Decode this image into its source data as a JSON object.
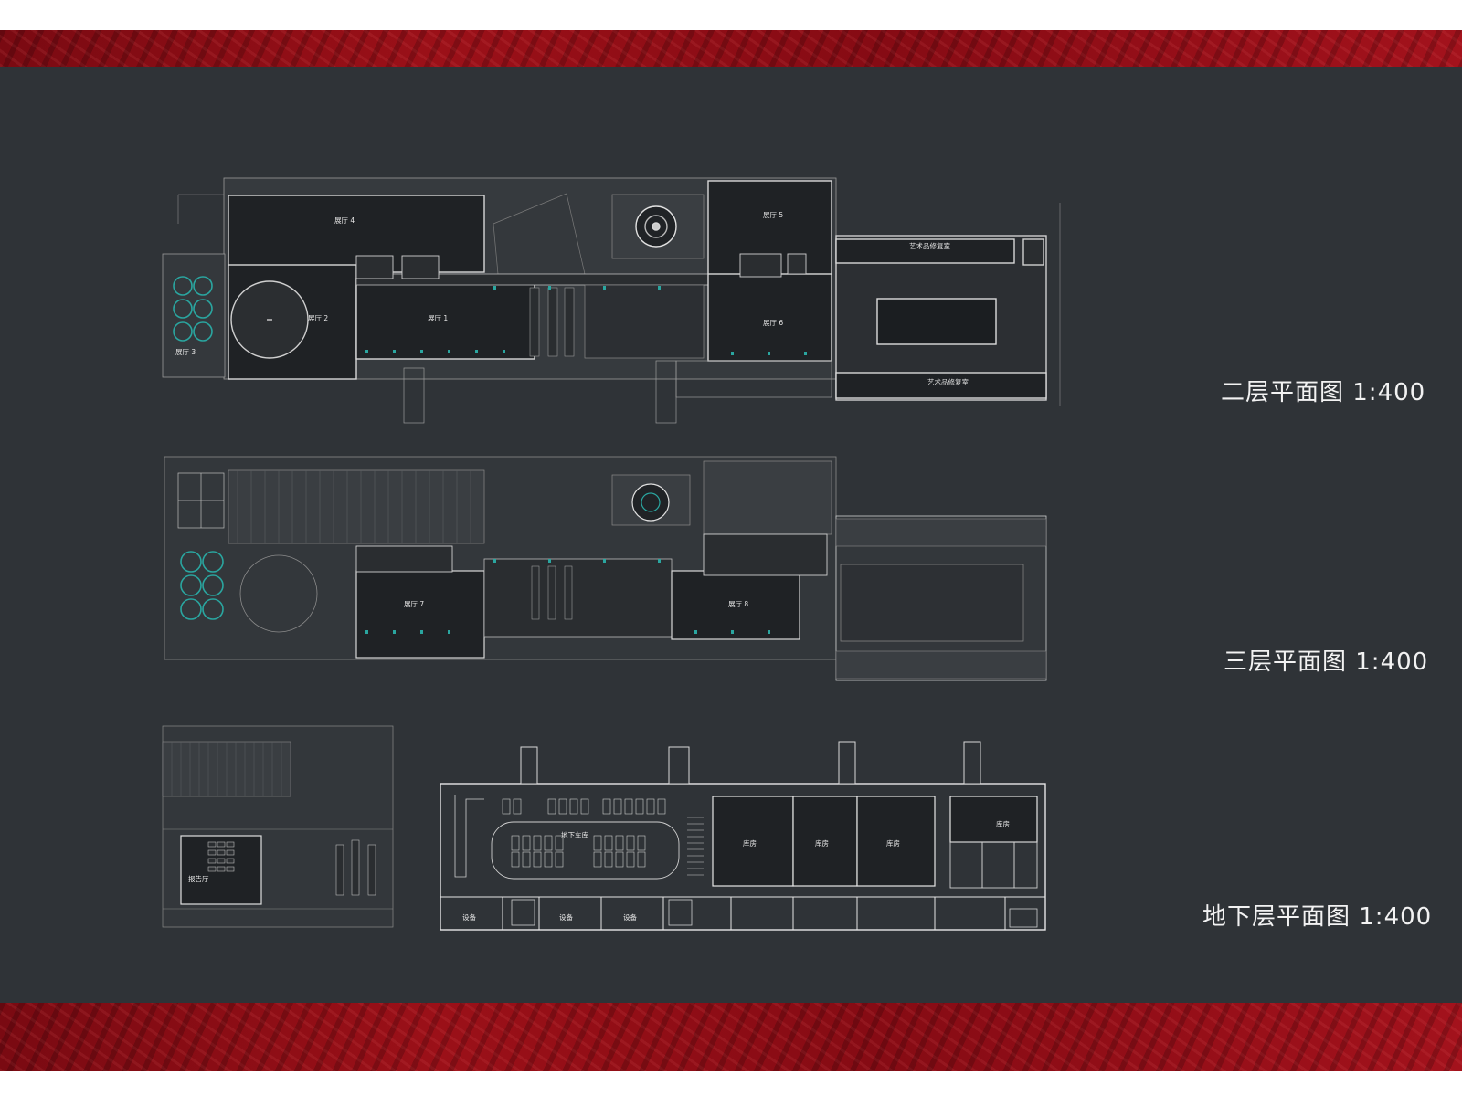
{
  "plans": {
    "second_floor": {
      "title": "二层平面图 1:400",
      "rooms": {
        "hall_4": "展厅 4",
        "hall_5": "展厅 5",
        "hall_2": "展厅 2",
        "hall_1": "展厅 1",
        "hall_6": "展厅 6",
        "hall_3": "展厅 3",
        "art_restore_1": "艺术品修复室",
        "art_restore_2": "艺术品修复室"
      }
    },
    "third_floor": {
      "title": "三层平面图 1:400",
      "rooms": {
        "hall_7": "展厅 7",
        "hall_8": "展厅 8"
      }
    },
    "basement": {
      "title": "地下层平面图 1:400",
      "rooms": {
        "parking": "地下车库",
        "storage_1": "库房",
        "storage_2": "库房",
        "storage_3": "库房",
        "storage_4": "库房",
        "equip_1": "设备",
        "equip_2": "设备",
        "equip_3": "设备",
        "lecture_hall": "报告厅"
      }
    }
  },
  "colors": {
    "band": "#8c0d15",
    "panel": "#2f3337",
    "room_fill": "#1f2225",
    "line": "#dcdcdc",
    "accent": "#2aa6a0"
  }
}
